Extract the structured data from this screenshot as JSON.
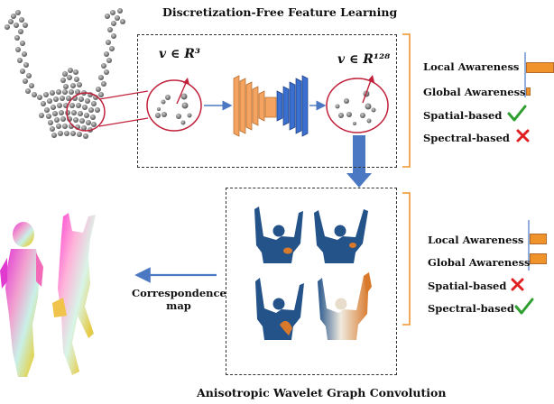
{
  "top_section": {
    "title": "Discretization-Free Feature Learning",
    "input_math": "v ∈ R³",
    "output_math": "v ∈ R¹²⁸",
    "properties": [
      {
        "label": "Local Awareness",
        "bar_fraction": 1.0,
        "bar_color": "#f0932b"
      },
      {
        "label": "Global Awareness",
        "bar_fraction": 0.15,
        "bar_color": "#f0932b"
      },
      {
        "label": "Spatial-based",
        "mark": "check",
        "mark_color": "#2e9e2e"
      },
      {
        "label": "Spectral-based",
        "mark": "cross",
        "mark_color": "#e02020"
      }
    ]
  },
  "bottom_section": {
    "title": "Anisotropic Wavelet Graph Convolution",
    "correspondence_label_line1": "Correspondence",
    "correspondence_label_line2": "map",
    "properties": [
      {
        "label": "Local Awareness",
        "bar_fraction": 0.8,
        "bar_color": "#f0932b"
      },
      {
        "label": "Global Awareness",
        "bar_fraction": 0.8,
        "bar_color": "#f0932b"
      },
      {
        "label": "Spatial-based",
        "mark": "cross",
        "mark_color": "#e02020"
      },
      {
        "label": "Spectral-based",
        "mark": "check",
        "mark_color": "#2e9e2e"
      }
    ]
  },
  "colors": {
    "arrow": "#4a78c2",
    "circle_outline": "#c0203a",
    "net_orange": "#f4a460",
    "net_blue": "#3a6fd0",
    "bracket": "#f0932b",
    "body_blue": "#24538a"
  }
}
